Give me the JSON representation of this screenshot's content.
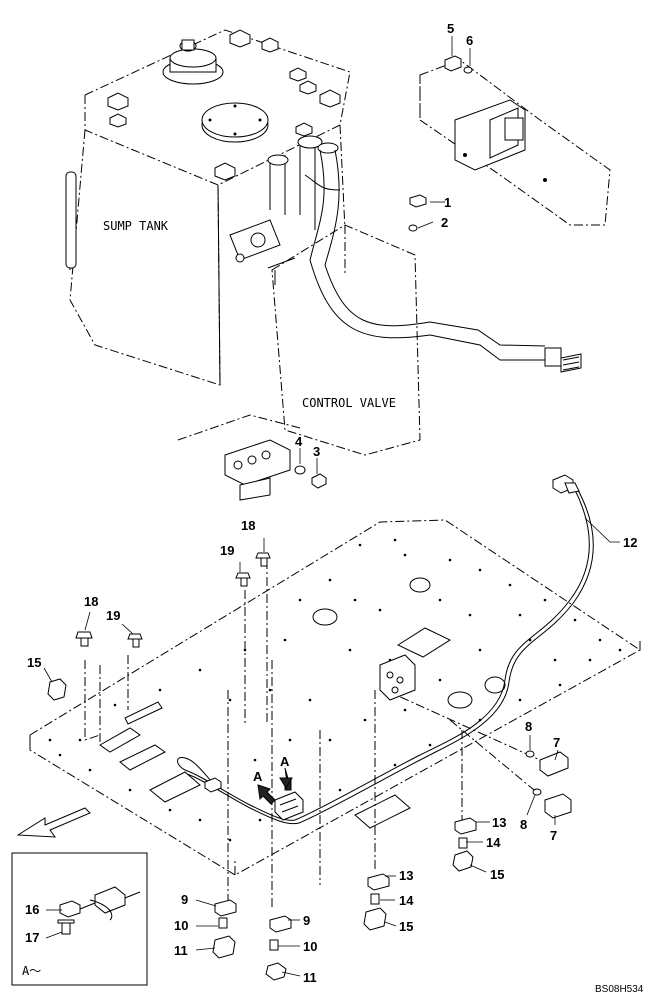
{
  "labels": {
    "sump_tank": "SUMP TANK",
    "control_valve": "CONTROL VALVE",
    "view_a": "A",
    "view_a_detail": "A～",
    "drawing_code": "BS08H534"
  },
  "parts": {
    "p1": "1",
    "p2": "2",
    "p3": "3",
    "p4": "4",
    "p5": "5",
    "p6": "6",
    "p7a": "7",
    "p7b": "7",
    "p8a": "8",
    "p8b": "8",
    "p9a": "9",
    "p9b": "9",
    "p10a": "10",
    "p10b": "10",
    "p11a": "11",
    "p11b": "11",
    "p12": "12",
    "p13a": "13",
    "p13b": "13",
    "p14a": "14",
    "p14b": "14",
    "p15a": "15",
    "p15b": "15",
    "p15c": "15",
    "p16": "16",
    "p17": "17",
    "p18a": "18",
    "p18b": "18",
    "p19a": "19",
    "p19b": "19"
  }
}
